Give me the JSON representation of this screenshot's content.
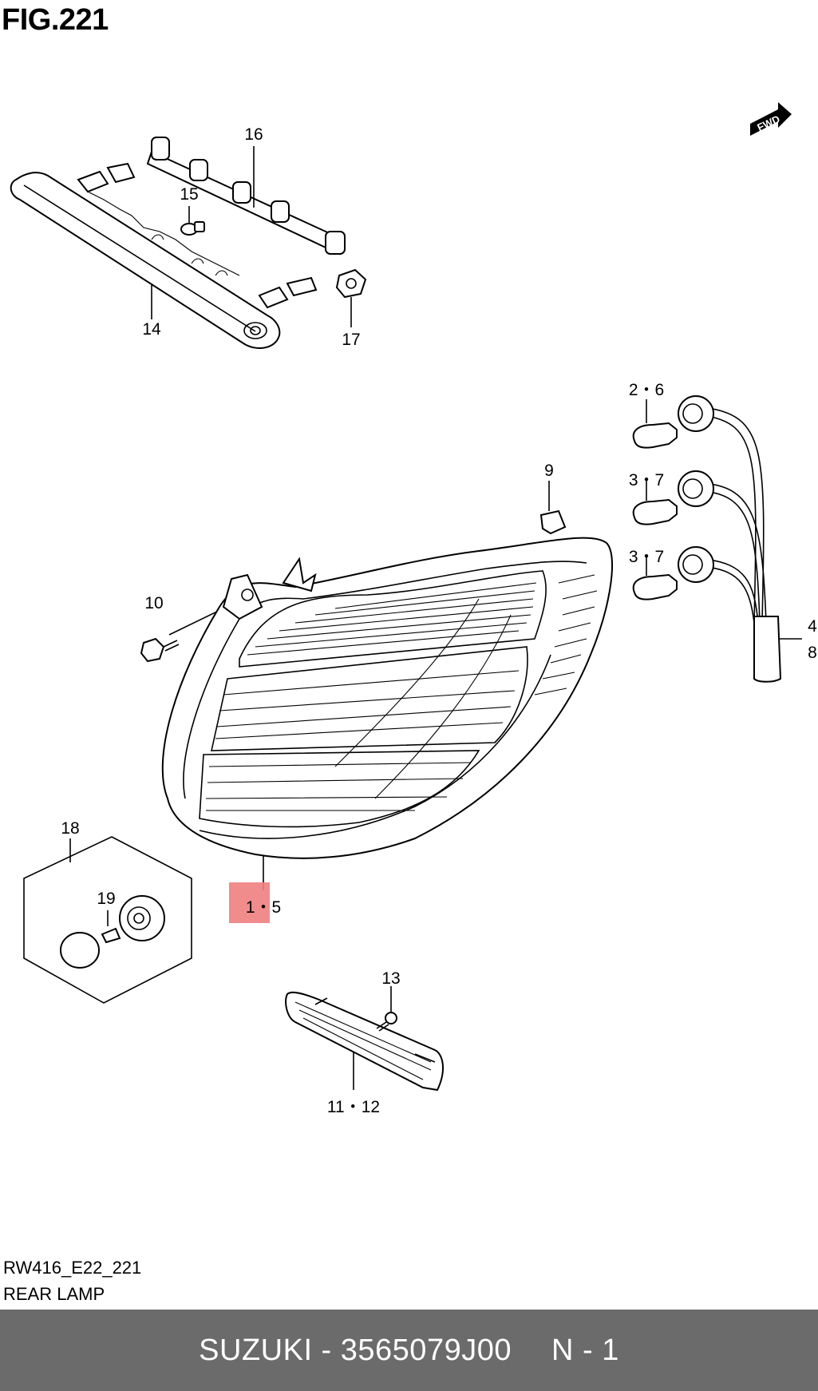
{
  "figure": {
    "title": "FIG.221",
    "code": "RW416_E22_221",
    "subtitle": "REAR LAMP"
  },
  "fwd_badge": "FWD",
  "callouts": [
    {
      "id": "16",
      "text": "16"
    },
    {
      "id": "15",
      "text": "15"
    },
    {
      "id": "14",
      "text": "14"
    },
    {
      "id": "17",
      "text": "17"
    },
    {
      "id": "2-6",
      "text": "2・6"
    },
    {
      "id": "9",
      "text": "9"
    },
    {
      "id": "3-7a",
      "text": "3・7"
    },
    {
      "id": "3-7b",
      "text": "3・7"
    },
    {
      "id": "10",
      "text": "10"
    },
    {
      "id": "4",
      "text": "4"
    },
    {
      "id": "8",
      "text": "8"
    },
    {
      "id": "18",
      "text": "18"
    },
    {
      "id": "19",
      "text": "19"
    },
    {
      "id": "1-5",
      "text": "1・5"
    },
    {
      "id": "13",
      "text": "13"
    },
    {
      "id": "11-12",
      "text": "11・12"
    }
  ],
  "footer": {
    "part": "SUZUKI - 3565079J00",
    "qty": "N - 1"
  },
  "colors": {
    "highlight": "#f08080",
    "footer_bg": "#6b6b6b",
    "footer_text": "#ffffff"
  }
}
